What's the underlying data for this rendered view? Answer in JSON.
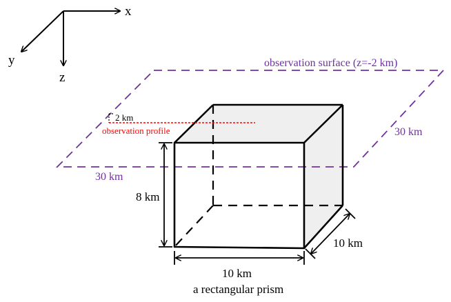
{
  "axes": {
    "x_label": "x",
    "y_label": "y",
    "z_label": "z"
  },
  "surface": {
    "label": "observation surface (z=-2 km)",
    "width_label": "30 km",
    "depth_label": "30 km"
  },
  "profile": {
    "label": "observation profile",
    "offset_label": "2 km"
  },
  "prism": {
    "height_label": "8 km",
    "width_label": "10 km",
    "depth_label": "10 km",
    "caption": "a rectangular prism"
  },
  "colors": {
    "surface": "#7030a0",
    "profile": "#ff0000",
    "prism_side": "#efefef",
    "ink": "#000000"
  }
}
